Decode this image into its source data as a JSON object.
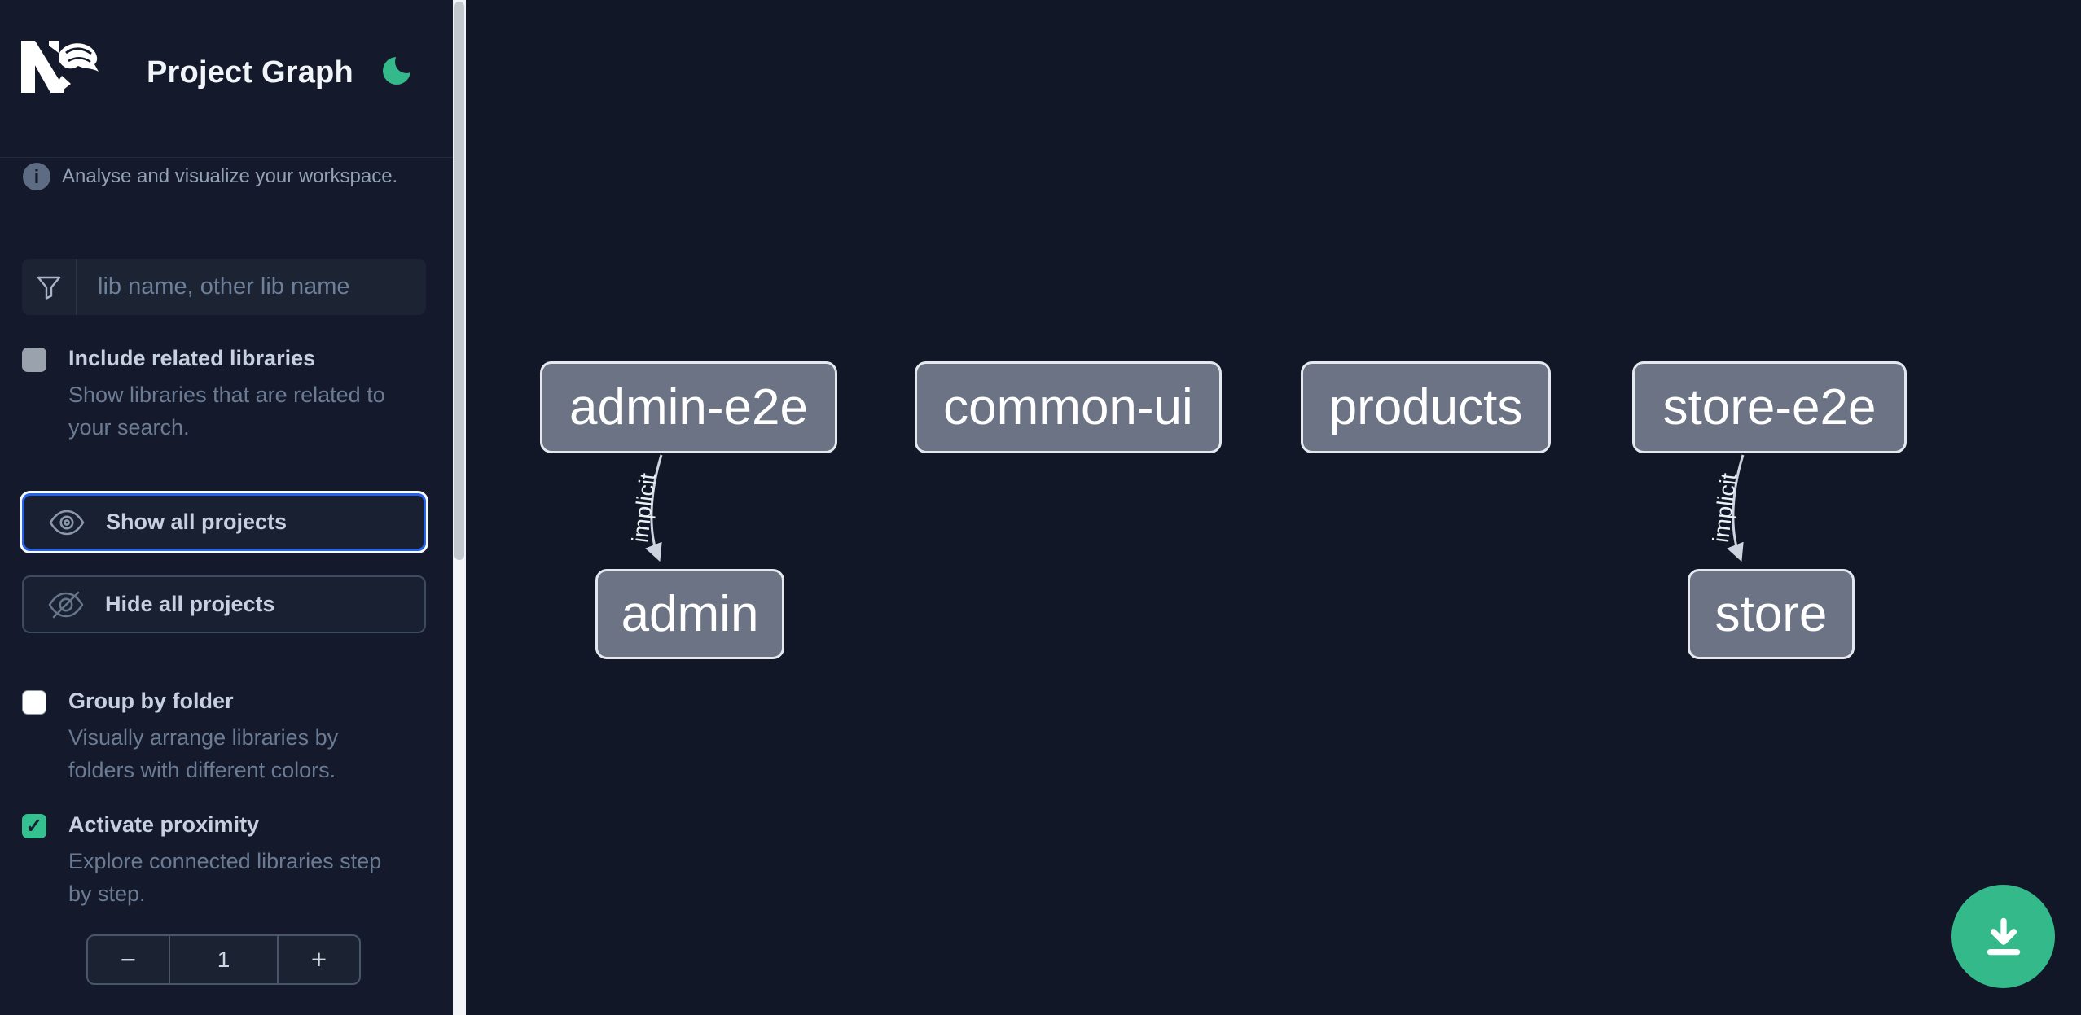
{
  "header": {
    "app_name": "Nx",
    "title": "Project Graph",
    "theme_toggle_icon": "moon-icon"
  },
  "intro": {
    "text": "Analyse and visualize your workspace."
  },
  "search": {
    "placeholder": "lib name, other lib name",
    "value": "",
    "icon": "filter-funnel-icon"
  },
  "options": {
    "include_related": {
      "label": "Include related libraries",
      "description": "Show libraries that are related to your search.",
      "checked": false,
      "disabled": true
    },
    "group_by_folder": {
      "label": "Group by folder",
      "description": "Visually arrange libraries by folders with different colors.",
      "checked": false
    },
    "activate_proximity": {
      "label": "Activate proximity",
      "description": "Explore connected libraries step by step.",
      "checked": true,
      "checkmark": "✓"
    }
  },
  "actions": {
    "show_all": {
      "label": "Show all projects",
      "icon": "eye-icon",
      "focused": true
    },
    "hide_all": {
      "label": "Hide all projects",
      "icon": "eye-off-icon"
    }
  },
  "proximity_stepper": {
    "decrement": "−",
    "value": "1",
    "increment": "+"
  },
  "graph": {
    "nodes": [
      {
        "id": "admin-e2e",
        "label": "admin-e2e"
      },
      {
        "id": "common-ui",
        "label": "common-ui"
      },
      {
        "id": "products",
        "label": "products"
      },
      {
        "id": "store-e2e",
        "label": "store-e2e"
      },
      {
        "id": "admin",
        "label": "admin"
      },
      {
        "id": "store",
        "label": "store"
      }
    ],
    "edges": [
      {
        "source": "admin-e2e",
        "target": "admin",
        "label": "implicit"
      },
      {
        "source": "store-e2e",
        "target": "store",
        "label": "implicit"
      }
    ]
  },
  "fab": {
    "icon": "download-icon"
  },
  "colors": {
    "accent_green": "#34b98b",
    "focus_blue": "#2563eb",
    "node_fill": "#6b7384",
    "node_border": "#e5e9ef",
    "edge": "#ccd4df",
    "sidebar_bg": "#141a2b",
    "graph_bg": "#111726"
  }
}
